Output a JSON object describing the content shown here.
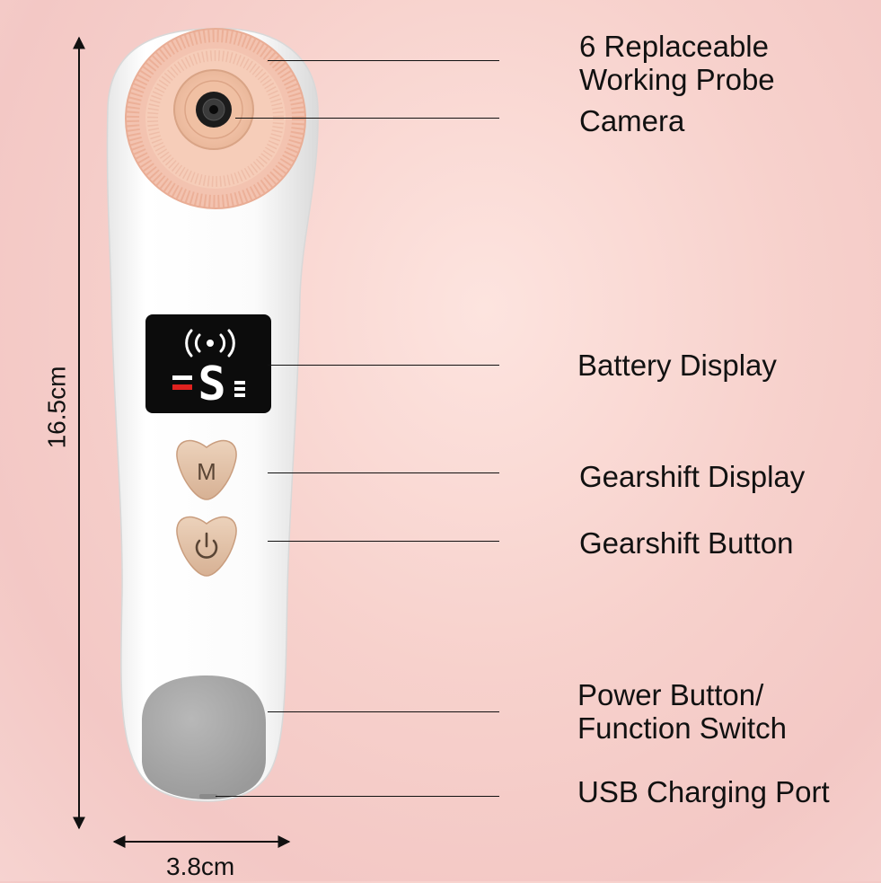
{
  "callouts": {
    "probe": "6 Replaceable\nWorking Probe",
    "camera": "Camera",
    "battery": "Battery Display",
    "gear_display": "Gearshift Display",
    "gear_button": "Gearshift Button",
    "power": "Power Button/\nFunction Switch",
    "usb": "USB Charging Port"
  },
  "dimensions": {
    "height": "16.5cm",
    "width": "3.8cm"
  },
  "device": {
    "screen_gear_value": "S",
    "mode_button_label": "M",
    "wifi_icon": "vibration-icon",
    "power_icon": "power-icon"
  },
  "colors": {
    "body": "#fbfbfb",
    "screen": "#0c0c0c",
    "buttons": "#e3c3a8",
    "indicator_red": "#e0221f",
    "handle_grip": "#a9a9a9"
  }
}
